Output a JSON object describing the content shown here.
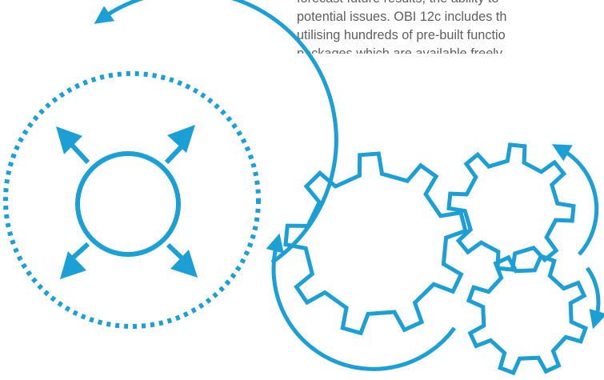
{
  "paragraph": {
    "lines": [
      "forecast future results, the ability to",
      "potential issues. OBI 12c includes th",
      "utilising hundreds of pre-built functio",
      "packages which are available freely"
    ]
  },
  "colors": {
    "accent": "#1b9fd4",
    "text": "#5f5f5f",
    "background": "#ffffff"
  },
  "icons": {
    "expand": "expand-arrows-icon",
    "cycle": "circular-arrow-icon",
    "gears": "gears-icon"
  }
}
